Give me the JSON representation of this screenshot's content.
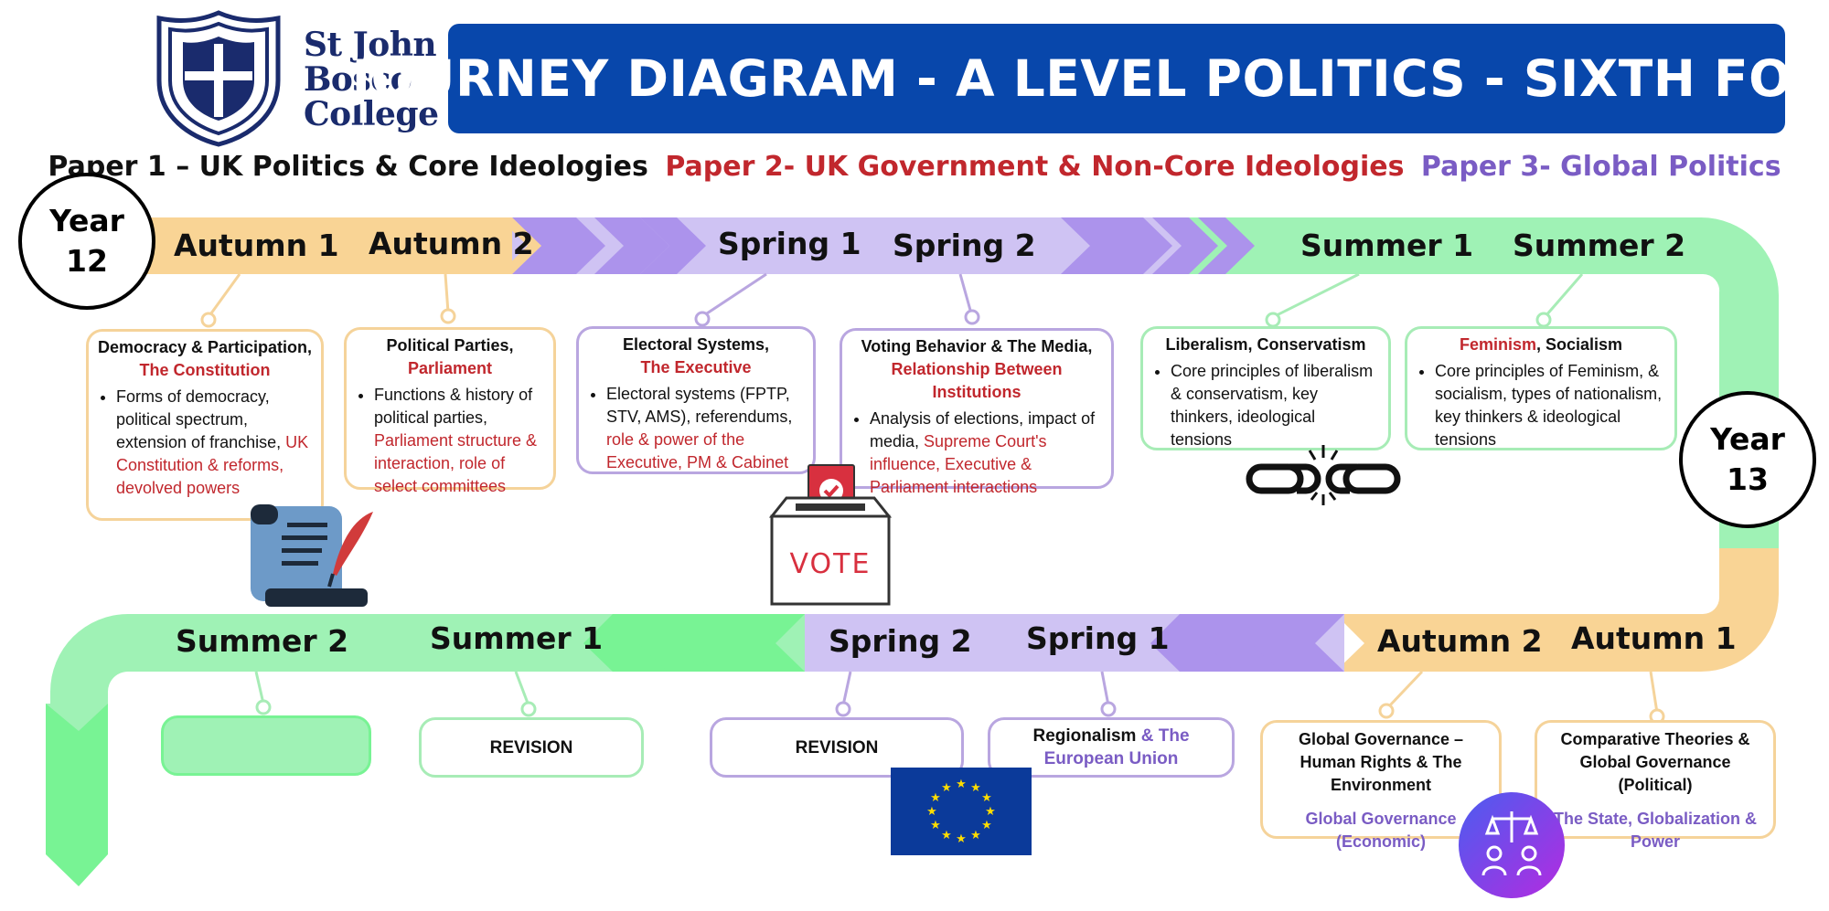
{
  "college": {
    "line1": "St John",
    "line2": "Bosco",
    "line3": "College"
  },
  "title": "JOURNEY DIAGRAM - A LEVEL POLITICS - SIXTH FORM",
  "papers": {
    "paper1": "Paper 1 – UK Politics & Core Ideologies",
    "paper2": "Paper 2- UK Government & Non-Core Ideologies",
    "paper3": "Paper 3- Global Politics"
  },
  "colors": {
    "paper1": "#111111",
    "paper2": "#c1272d",
    "paper3": "#7a5cc4",
    "header": "#0847ab",
    "autumn": "#f9d495",
    "spring": "#cfc3f3",
    "summer": "#9ff2b5"
  },
  "year12": {
    "line1": "Year",
    "line2": "12"
  },
  "year13": {
    "line1": "Year",
    "line2": "13"
  },
  "top_terms": [
    "Autumn 1",
    "Autumn 2",
    "Spring 1",
    "Spring 2",
    "Summer 1",
    "Summer 2"
  ],
  "bottom_terms": [
    "Summer 2",
    "Summer 1",
    "Spring 2",
    "Spring 1",
    "Autumn 2",
    "Autumn 1"
  ],
  "cards": {
    "democracy": {
      "title": "Democracy & Participation,",
      "subtitle": "The Constitution",
      "bullet_black": "Forms of democracy, political spectrum, extension of franchise,",
      "bullet_red": "UK Constitution & reforms, devolved powers"
    },
    "parties": {
      "title": "Political Parties,",
      "subtitle": "Parliament",
      "bullet_black": "Functions & history of political parties,",
      "bullet_red": "Parliament structure & interaction, role of select committees"
    },
    "electoral": {
      "title": "Electoral Systems,",
      "subtitle": "The Executive",
      "bullet_black": "Electoral systems (FPTP, STV, AMS), referendums,",
      "bullet_red": "role & power of the Executive, PM & Cabinet"
    },
    "voting": {
      "title": "Voting Behavior & The Media,",
      "subtitle": "Relationship Between Institutions",
      "bullet_black": "Analysis of elections, impact of media,",
      "bullet_red": "Supreme Court's influence, Executive & Parliament interactions"
    },
    "liberalism": {
      "title": "Liberalism, Conservatism",
      "bullet": "Core principles of liberalism & conservatism, key thinkers, ideological tensions"
    },
    "feminism": {
      "title_red": "Feminism",
      "title_black": ", Socialism",
      "bullet": "Core principles of Feminism, & socialism, types of nationalism, key thinkers & ideological tensions"
    },
    "revision_summer1": "REVISION",
    "revision_spring2": "REVISION",
    "regionalism": {
      "black": "Regionalism",
      "purple": " & The European Union"
    },
    "global_gov": {
      "title": "Global Governance – Human Rights & The Environment",
      "purple": "Global Governance (Economic)"
    },
    "comparative": {
      "title": "Comparative Theories & Global Governance (Political)",
      "purple": "The State, Globalization & Power"
    }
  },
  "vote_label": "VOTE",
  "icons": [
    "crest-icon",
    "scroll-quill-icon",
    "ballot-box-icon",
    "broken-chain-icon",
    "eu-flag-icon",
    "justice-scales-icon"
  ]
}
